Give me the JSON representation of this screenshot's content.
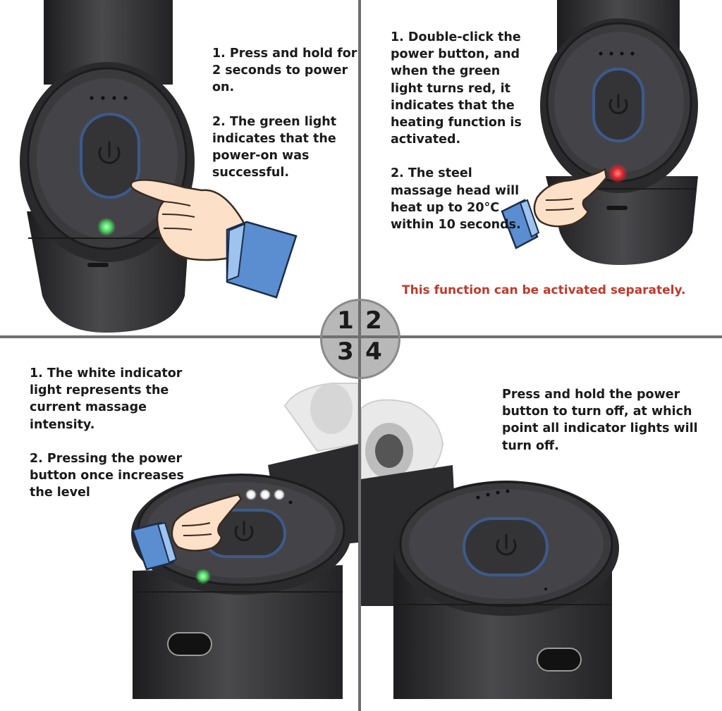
{
  "steps": {
    "badge": [
      "1",
      "2",
      "3",
      "4"
    ],
    "panel1": {
      "line1": "1. Press and hold for",
      "line2": "2 seconds to power",
      "line3": "on.",
      "line4": "2. The green light",
      "line5": "indicates that the",
      "line6": "power-on was",
      "line7": "successful."
    },
    "panel2": {
      "line1": "1. Double-click the",
      "line2": "power button, and",
      "line3": "when the green",
      "line4": "light turns red, it",
      "line5": "indicates that the",
      "line6": "heating function is",
      "line7": "activated.",
      "line8": "2. The steel",
      "line9": "massage head will",
      "line10": "heat up to 20°C",
      "line11": "within 10 seconds.",
      "note": "This function can be activated separately."
    },
    "panel3": {
      "line1": "1. The white indicator",
      "line2": "light represents the",
      "line3": "current massage",
      "line4": "intensity.",
      "line5": "2. Pressing the power",
      "line6": "button once increases",
      "line7": "the level"
    },
    "panel4": {
      "line1": "Press and hold the power",
      "line2": "button to turn off, at which",
      "line3": "point all indicator lights will",
      "line4": "turn off."
    }
  },
  "icons": {
    "power": "power-icon",
    "hand": "pointing-hand-icon"
  },
  "colors": {
    "device_body": "#2f2f31",
    "button_ring": "#3d5a8c",
    "green_light": "#4cd964",
    "red_light": "#e3242b",
    "white_light": "#ffffff",
    "note_red": "#c0392b",
    "sleeve_blue": "#5b8ed0",
    "skin": "#fce0c8",
    "divider": "#6f6f6f",
    "badge": "#b8b8b8"
  }
}
